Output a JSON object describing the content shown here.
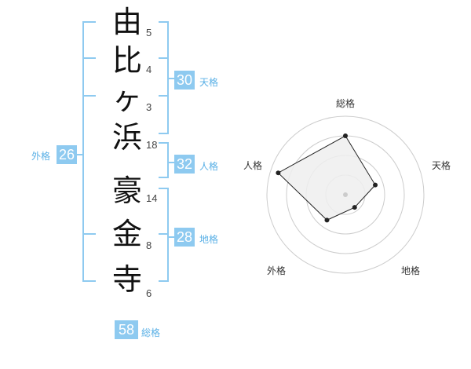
{
  "name_chars": [
    {
      "char": "由",
      "strokes": "5"
    },
    {
      "char": "比",
      "strokes": "4"
    },
    {
      "char": "ヶ",
      "strokes": "3"
    },
    {
      "char": "浜",
      "strokes": "18"
    },
    {
      "char": "豪",
      "strokes": "14"
    },
    {
      "char": "金",
      "strokes": "8"
    },
    {
      "char": "寺",
      "strokes": "6"
    }
  ],
  "fortunes": {
    "tenkaku": {
      "value": "30",
      "label": "天格"
    },
    "jinkaku": {
      "value": "32",
      "label": "人格"
    },
    "chikaku": {
      "value": "28",
      "label": "地格"
    },
    "gaikaku": {
      "value": "26",
      "label": "外格"
    },
    "soukaku": {
      "value": "58",
      "label": "総格"
    }
  },
  "radar": {
    "axes": [
      "総格",
      "天格",
      "地格",
      "外格",
      "人格"
    ],
    "values": [
      0.75,
      0.4,
      0.2,
      0.4,
      0.9
    ],
    "ring_count": 4,
    "line_color": "#222222",
    "fill_color": "#eeeeee",
    "ring_color": "#cccccc"
  },
  "colors": {
    "accent": "#8ecaf0",
    "accent_text": "#5ab0e6"
  }
}
